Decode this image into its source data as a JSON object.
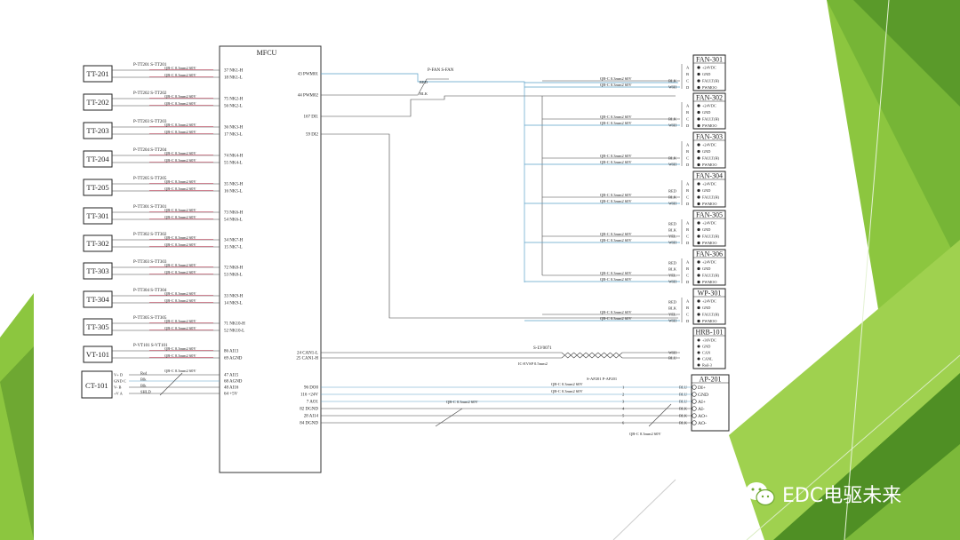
{
  "controller": {
    "label": "MFCU"
  },
  "sensors": [
    {
      "tag": "TT-201",
      "cable": "P-TT201  S-TT201",
      "pins": [
        "37 NK1-H",
        "18 NK1-L"
      ]
    },
    {
      "tag": "TT-202",
      "cable": "P-TT202  S-TT202",
      "pins": [
        "75 NK2-H",
        "56 NK2-L"
      ]
    },
    {
      "tag": "TT-203",
      "cable": "P-TT203  S-TT203",
      "pins": [
        "36 NK3-H",
        "17 NK3-L"
      ]
    },
    {
      "tag": "TT-204",
      "cable": "P-TT204  S-TT204",
      "pins": [
        "74 NK4-H",
        "55 NK4-L"
      ]
    },
    {
      "tag": "TT-205",
      "cable": "P-TT205  S-TT205",
      "pins": [
        "35 NK5-H",
        "16 NK5-L"
      ]
    },
    {
      "tag": "TT-301",
      "cable": "P-TT301  S-TT301",
      "pins": [
        "73 NK6-H",
        "54 NK6-L"
      ]
    },
    {
      "tag": "TT-302",
      "cable": "P-TT302  S-TT302",
      "pins": [
        "34 NK7-H",
        "15 NK7-L"
      ]
    },
    {
      "tag": "TT-303",
      "cable": "P-TT303  S-TT303",
      "pins": [
        "72 NK8-H",
        "53 NK8-L"
      ]
    },
    {
      "tag": "TT-304",
      "cable": "P-TT304  S-TT304",
      "pins": [
        "33 NK9-H",
        "14 NK9-L"
      ]
    },
    {
      "tag": "TT-305",
      "cable": "P-TT305  S-TT305",
      "pins": [
        "71 NK10-H",
        "52 NK10-L"
      ]
    },
    {
      "tag": "VT-101",
      "cable": "P-VT101  S-VT101",
      "pins": [
        "86 AI13",
        "69 AGND"
      ]
    }
  ],
  "sensor_wire_label": "QB-C 0.3mm2 60V",
  "ct": {
    "tag": "CT-101",
    "terminals": [
      "V+ D",
      "GND C",
      "V- B",
      "+V A"
    ],
    "wires": [
      "Red",
      "Blk",
      "Blk",
      "SHLD"
    ],
    "pins": [
      "47 AI15",
      "68 AGND",
      "48 AI16",
      "64 +5V"
    ]
  },
  "left_outputs": [
    "43 PWM01",
    "44 PWM02",
    "167 DI1",
    "59 DI2"
  ],
  "fan_cable": "P-FAN  S-FAN",
  "fan_cable_wires": [
    "RED",
    "BLK"
  ],
  "fans": [
    {
      "tag": "FAN-301",
      "pins": [
        "+24VDC",
        "GND",
        "FAULT(H)",
        "PWMOO"
      ],
      "wires": [
        "BLK",
        "WHI"
      ]
    },
    {
      "tag": "FAN-302",
      "pins": [
        "+24VDC",
        "GND",
        "FAULT(H)",
        "PWMOO"
      ],
      "wires": [
        "BLK",
        "WHI"
      ]
    },
    {
      "tag": "FAN-303",
      "pins": [
        "+24VDC",
        "GND",
        "FAULT(H)",
        "PWMOO"
      ],
      "wires": [
        "BLK",
        "WHI"
      ]
    },
    {
      "tag": "FAN-304",
      "pins": [
        "+24VDC",
        "GND",
        "FAULT(H)",
        "PWMOO"
      ],
      "wires": [
        "RED",
        "BLK",
        "WHI"
      ]
    },
    {
      "tag": "FAN-305",
      "pins": [
        "+24VDC",
        "GND",
        "FAULT(H)",
        "PWMOO"
      ],
      "wires": [
        "RED",
        "BLK",
        "YEL",
        "WHI"
      ]
    },
    {
      "tag": "FAN-306",
      "pins": [
        "+24VDC",
        "GND",
        "FAULT(H)",
        "PWMOO"
      ],
      "wires": [
        "RED",
        "BLK",
        "YEL",
        "WHI"
      ]
    },
    {
      "tag": "WP-301",
      "pins": [
        "+24VDC",
        "GND",
        "FAULT(H)",
        "PWMOO"
      ],
      "wires": [
        "RED",
        "BLK",
        "YEL",
        "WHI"
      ]
    }
  ],
  "can": {
    "pins": [
      "24 CAN1-L",
      "25 CAN1-H"
    ],
    "cable": "S-LV0071",
    "cable_spec": "IC-EVSP 0.5mm2",
    "device": "HRB-101",
    "device_pins": [
      "+36VDC",
      "GND",
      "CAN",
      "CANL",
      "Rail-3"
    ],
    "wires": [
      "WHI",
      "BLU"
    ]
  },
  "ap": {
    "tag": "AP-201",
    "pins": [
      "DI+",
      "GND",
      "AI+",
      "AI-",
      "AO+",
      "AO-"
    ],
    "cable": "S-AP201  P-AP201",
    "wires": [
      "BLU",
      "BLU",
      "BLU",
      "BLK",
      "BLK",
      "BLK"
    ],
    "mfcu_pins": [
      "96 DO0",
      "116 +24V",
      "7 AO1",
      "82 DGND",
      "28 AI14",
      "84 DGND"
    ],
    "wire_label": "QB-C 0.3mm2 60V"
  },
  "watermark": {
    "text": "EDC电驱未来",
    "icon": "wechat-icon"
  }
}
